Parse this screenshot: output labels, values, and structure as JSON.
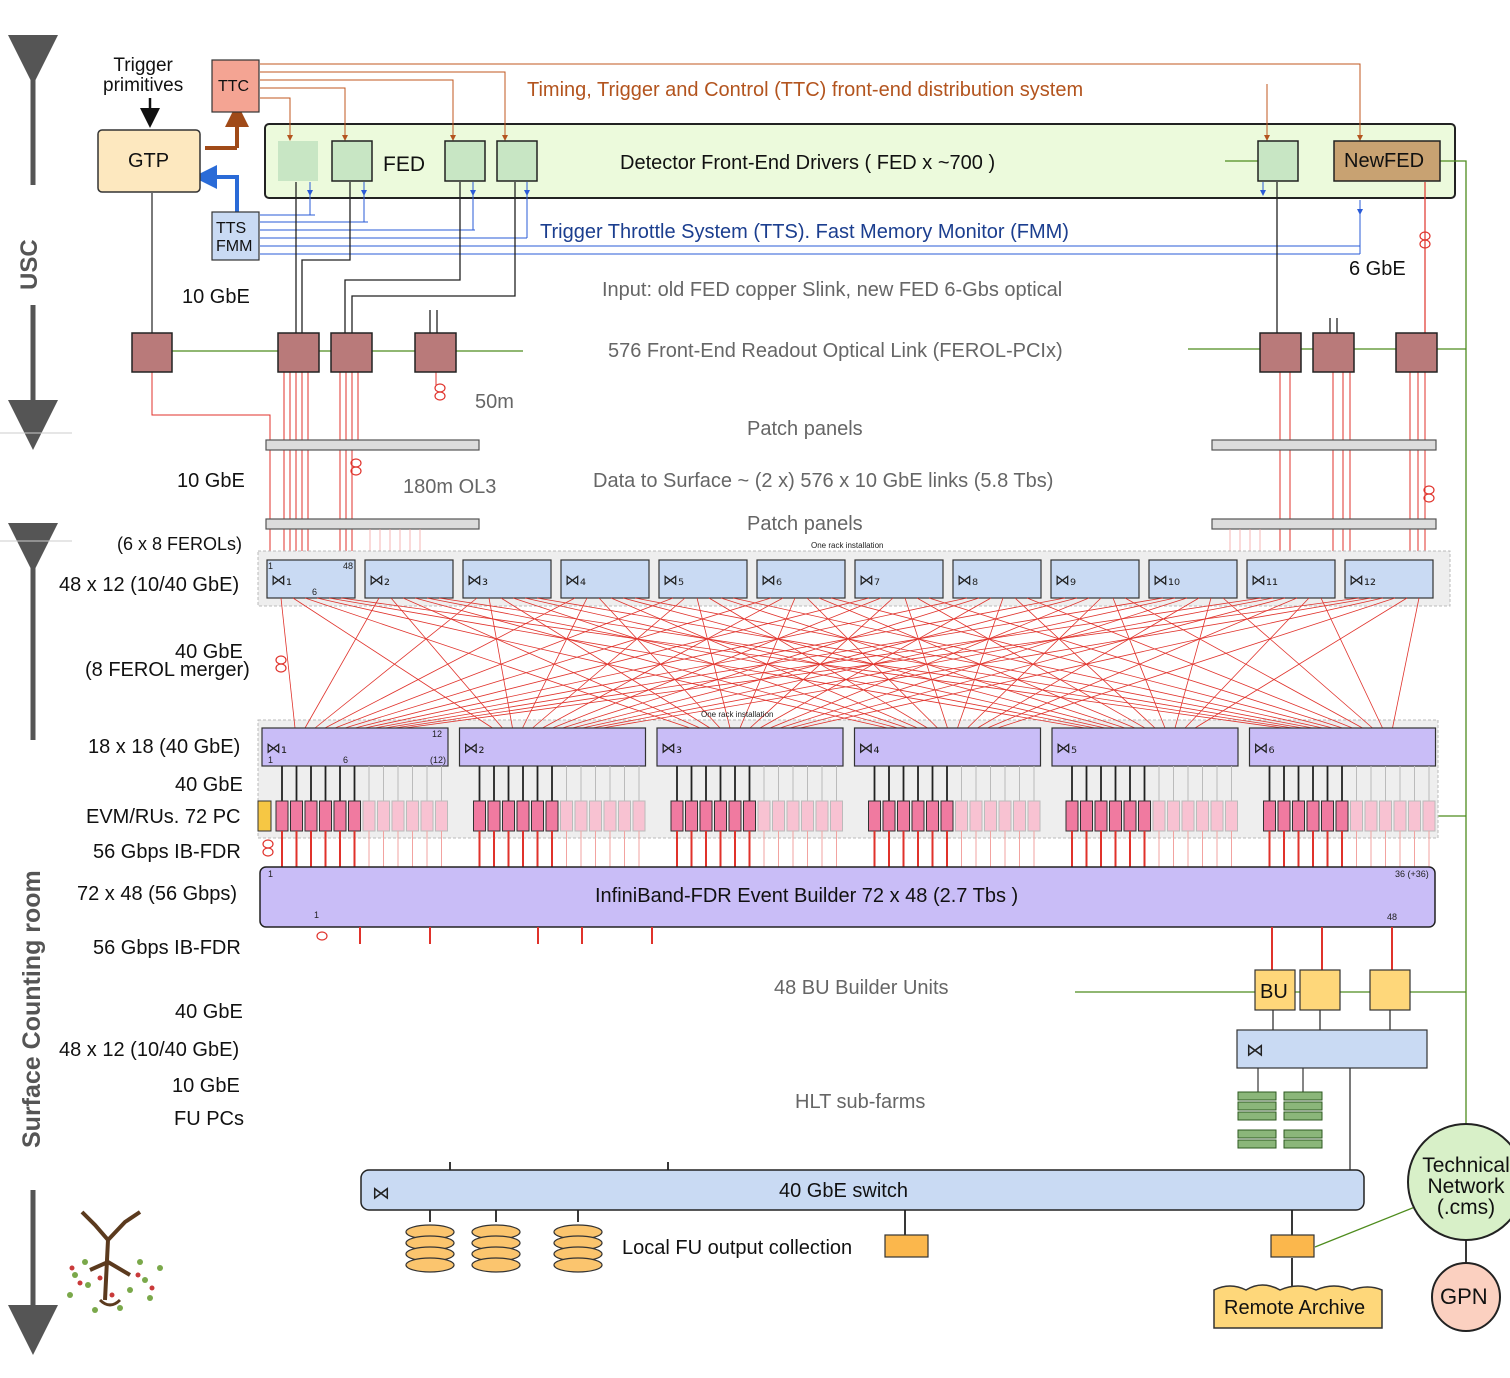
{
  "colors": {
    "ttc_line": "#c0571f",
    "tts_line": "#2a5bd7",
    "data_red": "#e0322b",
    "gbe_green": "#4e8c1e",
    "fed_bg": "#ecfadc",
    "fed_box": "#c8e6c4",
    "newfed": "#c8a272",
    "ferol_box": "#b97a7a",
    "switch_blue": "#c9daf3",
    "switch_purple": "#c9bdf7",
    "ru_pink": "#f07aa0",
    "bu_yellow": "#fed77a",
    "tech_net": "#d8f0c8",
    "gpn": "#fbd0c0"
  },
  "side_labels": {
    "usc": "USC",
    "surface": "Surface Counting room"
  },
  "boxes": {
    "trigger_primitives": "Trigger\nprimitives",
    "gtp": "GTP",
    "ttc": "TTC",
    "tts_fmm": "TTS\nFMM",
    "fed": "FED",
    "newfed": "NewFED",
    "bu": "BU",
    "technical_network": "Technical\nNetwork\n(.cms)",
    "gpn": "GPN",
    "remote_archive": "Remote Archive"
  },
  "titles": {
    "ttc_system": "Timing, Trigger and Control (TTC) front-end distribution system",
    "fed_drivers": "Detector Front-End Drivers ( FED x ~700 )",
    "tts_system": "Trigger Throttle System (TTS). Fast Memory Monitor (FMM)",
    "input": "Input: old FED copper Slink,  new FED 6-Gbs optical",
    "ferol": "576 Front-End Readout Optical Link (FEROL-PCIx)",
    "patch_panels_1": "Patch panels",
    "data_to_surface": "Data to Surface ~ (2 x) 576 x 10  GbE links   (5.8 Tbs)",
    "patch_panels_2": "Patch panels",
    "event_builder": "InfiniBand-FDR Event Builder 72 x 48 (2.7 Tbs )",
    "bu_units": "48 BU Builder Units",
    "hlt": "HLT sub-farms",
    "switch40": "40 GbE switch",
    "local_fu": "Local FU output collection"
  },
  "left_labels": {
    "gbe10_a": "10 GbE",
    "gbe6": "6 GbE",
    "m50": "50m",
    "gbe10_b": "10 GbE",
    "ol3": "180m OL3",
    "ferols": "(6 x 8 FEROLs)",
    "sw48x12_a": "48 x 12 (10/40 GbE)",
    "gbe40_a": "40 GbE",
    "ferol_merger": "(8 FEROL merger)",
    "sw18x18": "18 x 18 (40 GbE)",
    "gbe40_b": "40 GbE",
    "evm": "EVM/RUs. 72 PC",
    "ib_a": "56 Gbps IB-FDR",
    "ib72x48": "72 x 48 (56 Gbps)",
    "ib_b": "56 Gbps IB-FDR",
    "gbe40_c": "40 GbE",
    "sw48x12_b": "48 x 12 (10/40 GbE)",
    "gbe10_c": "10 GbE",
    "fu_pcs": "FU PCs"
  },
  "small_labels": {
    "one_rack_1": "One rack installation",
    "one_rack_2": "One rack installation",
    "p1": "1",
    "p48": "48",
    "p6": "6",
    "q12": "12",
    "q1": "1",
    "q6": "6",
    "q12b": "(12)",
    "eb1": "1",
    "eb36": "36 (+36)",
    "eb48": "48",
    "eb1b": "1"
  },
  "switch_rows": {
    "row1_count": 12,
    "row2_count": 6
  }
}
